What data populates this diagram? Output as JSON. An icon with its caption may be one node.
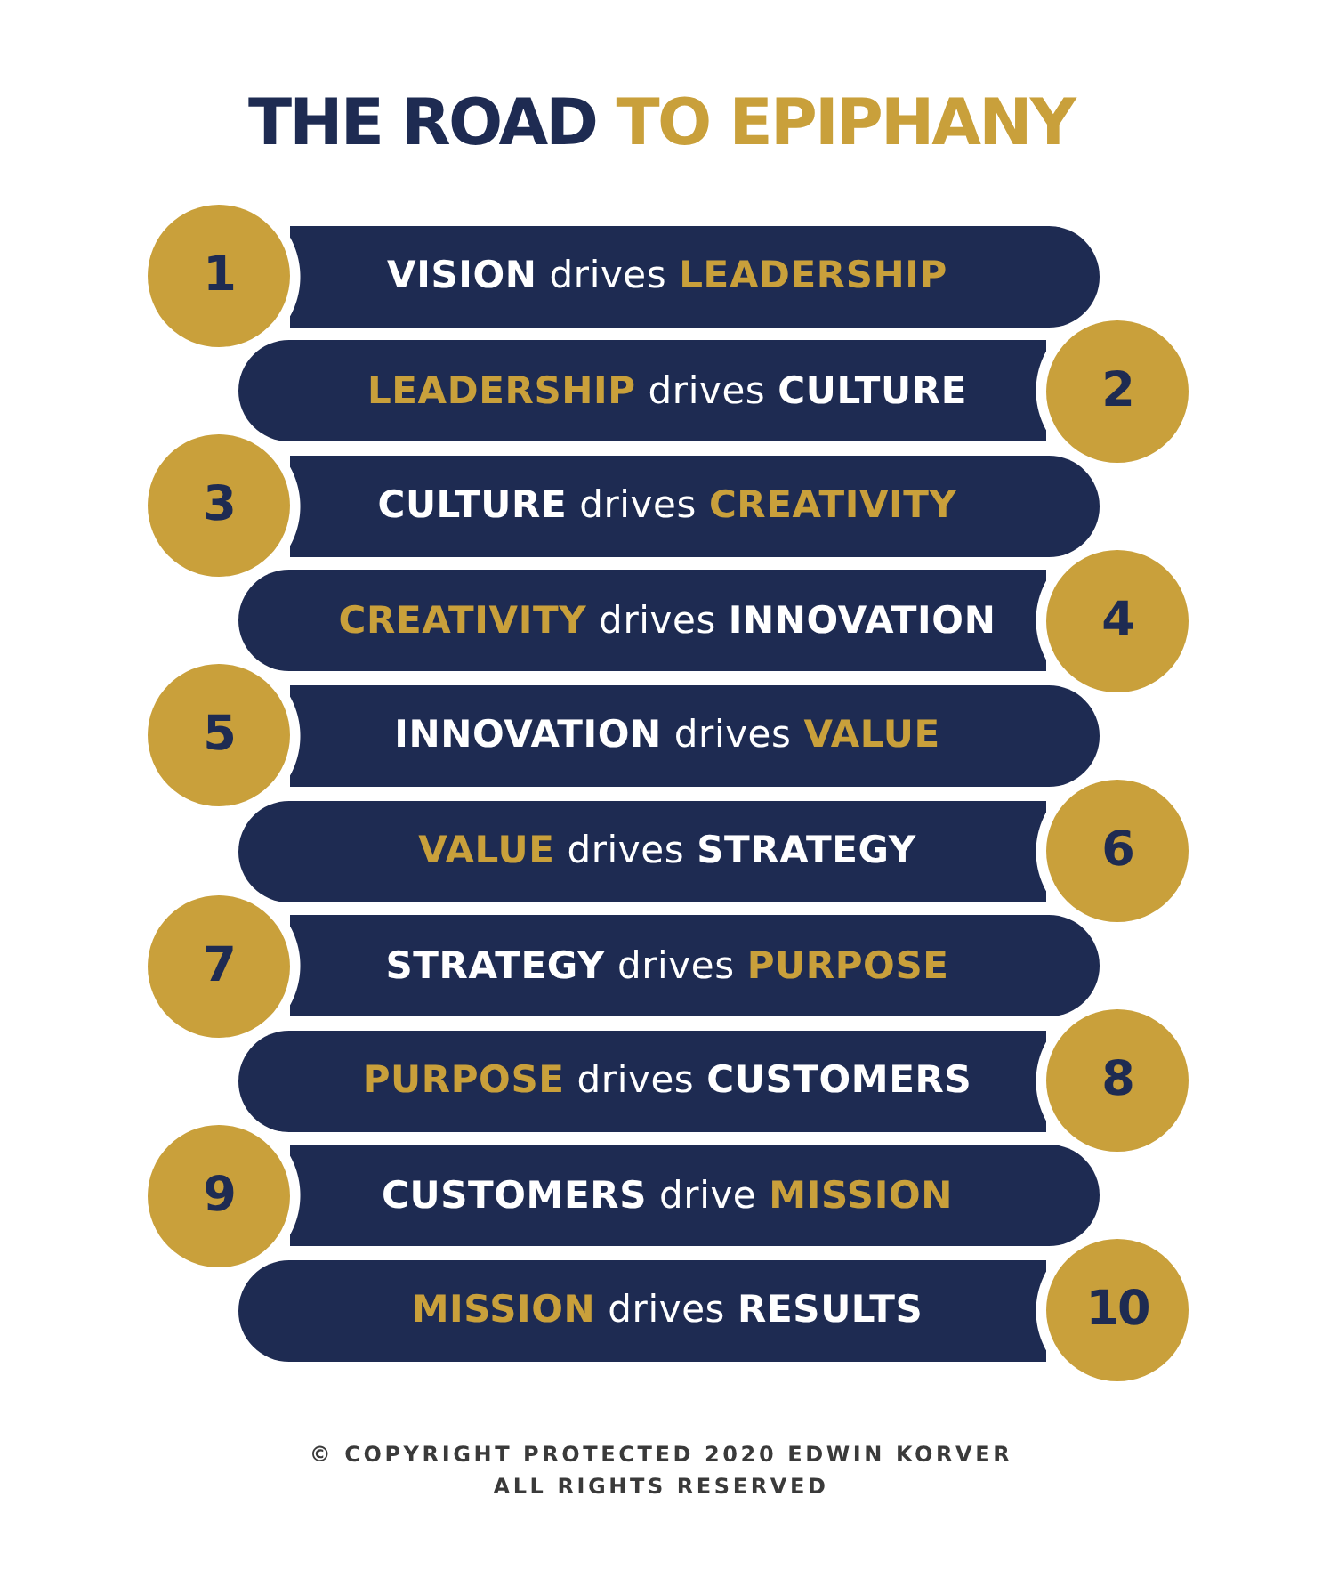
{
  "diagram": {
    "title": "THE ROAD TO EPIPHANY",
    "nodes": [
      {
        "text": [
          "1"
        ]
      },
      {
        "text": [
          "**VISION** drives **LEADERSHIP**"
        ]
      },
      {
        "text": [
          "**LEADERSHIP** drives **CULTURE**"
        ]
      },
      {
        "text": [
          "2"
        ]
      },
      {
        "text": [
          "3"
        ]
      },
      {
        "text": [
          "**CULTURE** drives **CREATIVITY**"
        ]
      },
      {
        "text": [
          "**CREATIVITY** drives **INNOVATION**"
        ]
      },
      {
        "text": [
          "4"
        ]
      },
      {
        "text": [
          "5"
        ]
      },
      {
        "text": [
          "**INNOVATION** drives **VALUE**"
        ]
      },
      {
        "text": [
          "**VALUE** drives **STRATEGY**"
        ]
      },
      {
        "text": [
          "6"
        ]
      },
      {
        "text": [
          "7"
        ]
      },
      {
        "text": [
          "**STRATEGY** drives **PURPOSE**"
        ]
      },
      {
        "text": [
          "**PURPOSE** drives **CUSTOMERS**"
        ]
      },
      {
        "text": [
          "8"
        ]
      },
      {
        "text": [
          "9"
        ]
      },
      {
        "text": [
          "**CUSTOMERS** drive **MISSION**"
        ]
      },
      {
        "text": [
          "**MISSION** drives **RESULTS**"
        ]
      },
      {
        "text": [
          "10"
        ]
      }
    ],
    "labels": [
      "© COPYRIGHT PROTECTED 2020 EDWIN KORVER",
      "ALL RIGHTS RESERVED"
    ]
  }
}
